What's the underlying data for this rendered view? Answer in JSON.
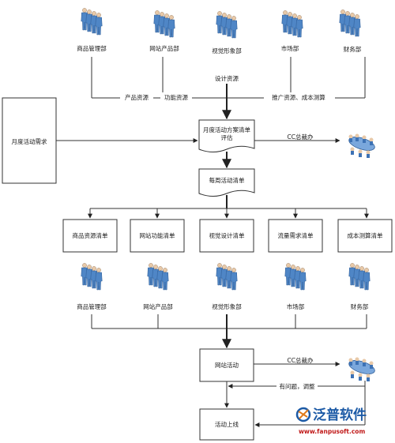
{
  "departments_top": [
    "商品管理部",
    "网站产品部",
    "视觉形象部",
    "市场部",
    "财务部"
  ],
  "resources": {
    "product": "产品资源",
    "function": "功能资源",
    "design": "设计资源",
    "promotion_cost": "推广资源、成本测算"
  },
  "monthly_demand": "月度活动需求",
  "monthly_plan": "月度活动方案清单评估",
  "cc_boss_1": "CC总裁办",
  "weekly_list": "每周活动清单",
  "lists": [
    "商品资源清单",
    "网站功能清单",
    "视觉设计清单",
    "流量需求清单",
    "成本测算清单"
  ],
  "departments_bottom": [
    "商品管理部",
    "网站产品部",
    "视觉形象部",
    "市场部",
    "财务部"
  ],
  "site_activity": "网站活动",
  "cc_boss_2": "CC总裁办",
  "feedback": "有问题，调整",
  "launch": "活动上线",
  "logo": {
    "name": "泛普软件",
    "url": "www.fanpusoft.com"
  },
  "colors": {
    "people": "#4f86c6",
    "people_dark": "#2c5a94",
    "head": "#e8c9a8",
    "logo_blue": "#1c5aa6",
    "logo_red": "#c01818"
  }
}
